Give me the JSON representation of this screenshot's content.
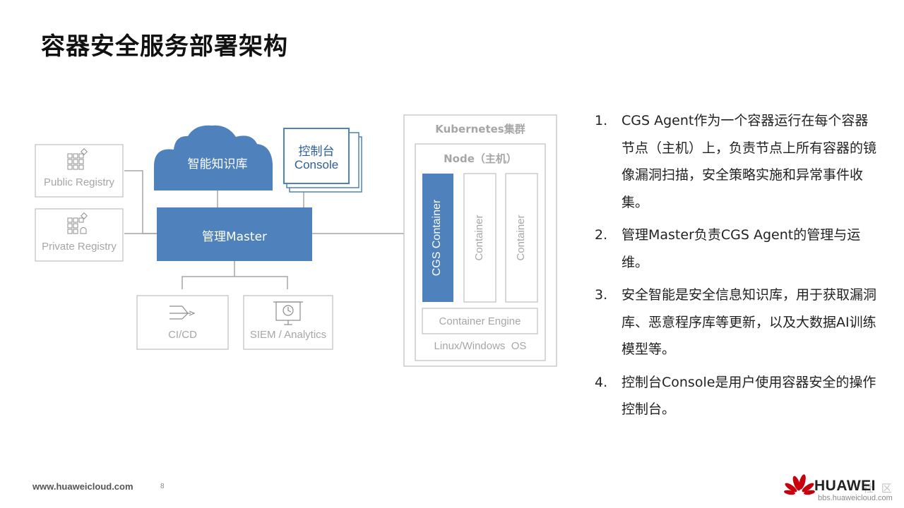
{
  "title": "容器安全服务部署架构",
  "diagram": {
    "public_registry": "Public Registry",
    "private_registry": "Private Registry",
    "cloud_label": "智能知识库",
    "console_line1": "控制台",
    "console_line2": "Console",
    "master_label": "管理Master",
    "cicd_label": "CI/CD",
    "siem_label": "SIEM / Analytics",
    "k8s_label": "Kubernetes集群",
    "node_label": "Node（主机）",
    "cgs_container": "CGS Container",
    "container_1": "Container",
    "container_2": "Container",
    "engine_label": "Container Engine",
    "os_label": "Linux/Windows  OS"
  },
  "points": [
    {
      "num": "1.",
      "text": "CGS Agent作为一个容器运行在每个容器节点（主机）上，负责节点上所有容器的镜像漏洞扫描，安全策略实施和异常事件收集。"
    },
    {
      "num": "2.",
      "text": "管理Master负责CGS Agent的管理与运维。"
    },
    {
      "num": "3.",
      "text": "安全智能是安全信息知识库，用于获取漏洞库、恶意程序库等更新，以及大数据AI训练模型等。"
    },
    {
      "num": "4.",
      "text": "控制台Console是用户使用容器安全的操作控制台。"
    }
  ],
  "footer": {
    "url": "www.huaweicloud.com",
    "page": "8",
    "brand": "HUAWEI",
    "brand_url": "bbs.huaweicloud.com",
    "tag": "社 区"
  },
  "colors": {
    "primary_blue": "#4f81bd",
    "light_gray": "#bfbfbf",
    "brand_red": "#c7000b"
  },
  "icons": [
    "apps-grid-icon",
    "flow-arrow-icon",
    "presentation-chart-icon",
    "huawei-logo-icon"
  ]
}
